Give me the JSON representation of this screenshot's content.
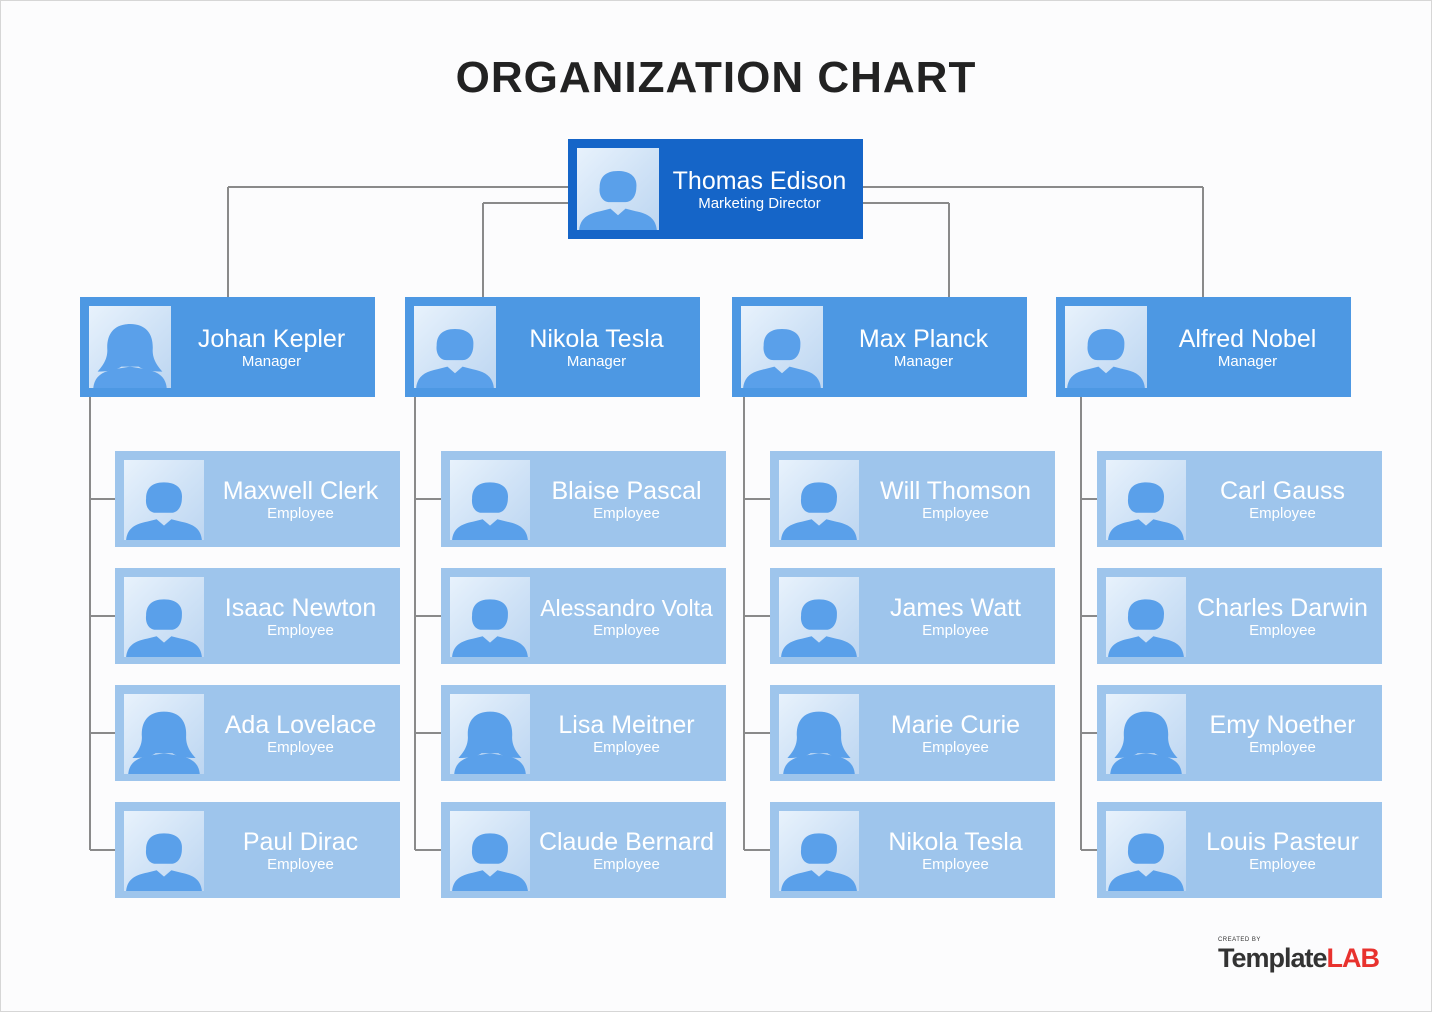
{
  "title": "ORGANIZATION CHART",
  "colors": {
    "director": "#1565c8",
    "manager": "#4d98e3",
    "employee": "#9ec5ec",
    "connector": "#8a8a8a",
    "avatar": "#5aa0ea"
  },
  "director": {
    "name": "Thomas Edison",
    "role": "Marketing Director",
    "avatar": "male"
  },
  "departments": [
    {
      "manager": {
        "name": "Johan Kepler",
        "role": "Manager",
        "avatar": "female"
      },
      "employees": [
        {
          "name": "Maxwell Clerk",
          "role": "Employee",
          "avatar": "male"
        },
        {
          "name": "Isaac Newton",
          "role": "Employee",
          "avatar": "male"
        },
        {
          "name": "Ada Lovelace",
          "role": "Employee",
          "avatar": "female"
        },
        {
          "name": "Paul Dirac",
          "role": "Employee",
          "avatar": "male"
        }
      ]
    },
    {
      "manager": {
        "name": "Nikola Tesla",
        "role": "Manager",
        "avatar": "male"
      },
      "employees": [
        {
          "name": "Blaise Pascal",
          "role": "Employee",
          "avatar": "male"
        },
        {
          "name": "Alessandro Volta",
          "role": "Employee",
          "avatar": "male"
        },
        {
          "name": "Lisa Meitner",
          "role": "Employee",
          "avatar": "female"
        },
        {
          "name": "Claude Bernard",
          "role": "Employee",
          "avatar": "male"
        }
      ]
    },
    {
      "manager": {
        "name": "Max Planck",
        "role": "Manager",
        "avatar": "male"
      },
      "employees": [
        {
          "name": "Will Thomson",
          "role": "Employee",
          "avatar": "male"
        },
        {
          "name": "James Watt",
          "role": "Employee",
          "avatar": "male"
        },
        {
          "name": "Marie Curie",
          "role": "Employee",
          "avatar": "female"
        },
        {
          "name": "Nikola Tesla",
          "role": "Employee",
          "avatar": "male"
        }
      ]
    },
    {
      "manager": {
        "name": "Alfred Nobel",
        "role": "Manager",
        "avatar": "male"
      },
      "employees": [
        {
          "name": "Carl Gauss",
          "role": "Employee",
          "avatar": "male"
        },
        {
          "name": "Charles Darwin",
          "role": "Employee",
          "avatar": "male"
        },
        {
          "name": "Emy Noether",
          "role": "Employee",
          "avatar": "female"
        },
        {
          "name": "Louis Pasteur",
          "role": "Employee",
          "avatar": "male"
        }
      ]
    }
  ],
  "logo": {
    "caption": "CREATED BY",
    "part1": "Template",
    "part2": "LAB"
  }
}
